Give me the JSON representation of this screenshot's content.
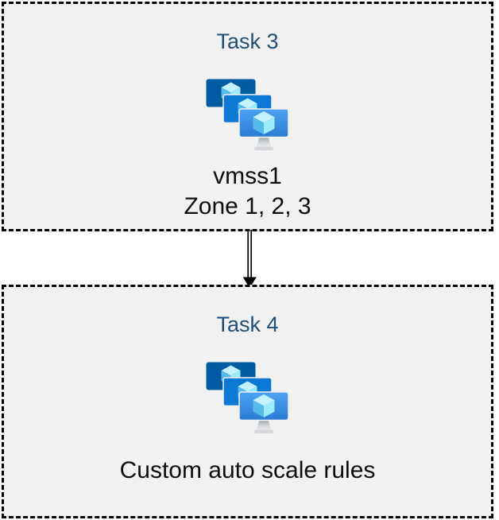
{
  "diagram": {
    "background": "#ffffff",
    "box_fill": "#f1f1f1",
    "box_border_color": "#000000",
    "title_color": "#1f4e79",
    "text_color": "#0d0d0d",
    "arrow_color": "#000000"
  },
  "boxes": [
    {
      "title": "Task 3",
      "icon": "vm-scale-set-icon",
      "captions": [
        "vmss1",
        "Zone 1, 2, 3"
      ]
    },
    {
      "title": "Task 4",
      "icon": "vm-scale-set-icon",
      "captions": [
        "Custom auto scale rules"
      ]
    }
  ],
  "connector": {
    "type": "double-line-arrow",
    "direction": "down",
    "from": "Task 3",
    "to": "Task 4"
  },
  "icon_colors": {
    "screen_back": "#005ba1",
    "screen_middle": "#0b79d4",
    "screen_front_top": "#4da2f2",
    "screen_front_bottom": "#2a7cd4",
    "cube_top": "#c3f1ff",
    "cube_left": "#55baea",
    "cube_right": "#9cebff",
    "stand_top": "#94999f",
    "stand_bottom": "#e9eaec"
  }
}
